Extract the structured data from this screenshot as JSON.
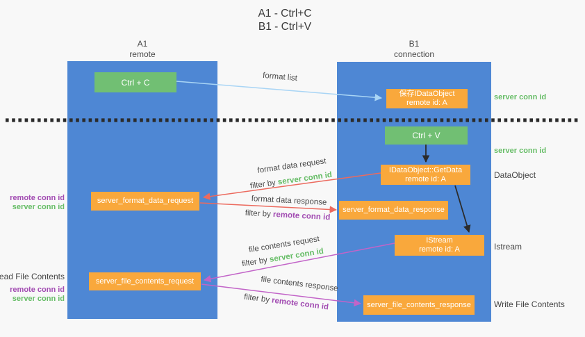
{
  "title": {
    "line1": "A1 - Ctrl+C",
    "line2": "B1 - Ctrl+V"
  },
  "participants": {
    "a1": {
      "name": "A1",
      "role": "remote"
    },
    "b1": {
      "name": "B1",
      "role": "connection"
    }
  },
  "boxes": {
    "ctrl_c": {
      "label": "Ctrl + C"
    },
    "ctrl_v": {
      "label": "Ctrl + V"
    },
    "save_idataobject": {
      "line1": "保存IDataObject",
      "line2": "remote id: A"
    },
    "getdata": {
      "line1": "IDataObject::GetData",
      "line2": "remote id: A"
    },
    "istream": {
      "line1": "IStream",
      "line2": "remote id: A"
    },
    "format_request": {
      "label": "server_format_data_request"
    },
    "format_response": {
      "label": "server_format_data_response"
    },
    "file_request": {
      "label": "server_file_contents_request"
    },
    "file_response": {
      "label": "server_file_contents_response"
    }
  },
  "flow_labels": {
    "format_list": "format list",
    "format_data_request": "format data request",
    "format_data_response": "format data response",
    "file_contents_request": "file contents request",
    "file_contents_response": "file contents response",
    "filter_by": "filter by ",
    "server_conn_id": "server conn id",
    "remote_conn_id": "remote conn id"
  },
  "annotations": {
    "right": {
      "server_conn_id_top": "server conn id",
      "server_conn_id_mid": "server conn id",
      "dataobject": "DataObject",
      "istream": "Istream",
      "write_file_contents": "Write File Contents"
    },
    "left": {
      "remote_conn_id_format": "remote conn id",
      "server_conn_id_format": "server conn id",
      "read_file_contents": "Read File Contents",
      "remote_conn_id_file": "remote conn id",
      "server_conn_id_file": "server conn id"
    }
  },
  "colors": {
    "lifeline_blue": "#4e87d4",
    "box_green": "#71bf73",
    "box_orange": "#f9a83c",
    "server_conn_id_green": "#67bd67",
    "remote_conn_id_purple": "#a24cb2",
    "arrow_format_list_blue": "#a9d5f5",
    "arrow_format_red": "#ec6a5e",
    "arrow_file_magenta": "#c264c8",
    "arrow_black": "#2b2b2b"
  }
}
